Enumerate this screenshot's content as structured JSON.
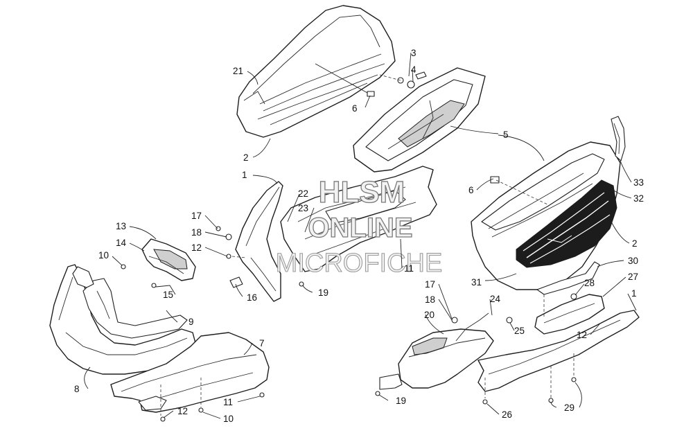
{
  "watermark": {
    "line1": "HLSM",
    "line2": "ONLINE",
    "line3": "MICROFICHE"
  },
  "callouts": [
    {
      "id": "c21",
      "label": "21"
    },
    {
      "id": "c3",
      "label": "3"
    },
    {
      "id": "c4",
      "label": "4"
    },
    {
      "id": "c6a",
      "label": "6"
    },
    {
      "id": "c2a",
      "label": "2"
    },
    {
      "id": "c5",
      "label": "5"
    },
    {
      "id": "c1a",
      "label": "1"
    },
    {
      "id": "c22",
      "label": "22"
    },
    {
      "id": "c23",
      "label": "23"
    },
    {
      "id": "c6b",
      "label": "6"
    },
    {
      "id": "c33",
      "label": "33"
    },
    {
      "id": "c32",
      "label": "32"
    },
    {
      "id": "c2b",
      "label": "2"
    },
    {
      "id": "c17a",
      "label": "17"
    },
    {
      "id": "c18a",
      "label": "18"
    },
    {
      "id": "c12a",
      "label": "12"
    },
    {
      "id": "c13",
      "label": "13"
    },
    {
      "id": "c14",
      "label": "14"
    },
    {
      "id": "c10a",
      "label": "10"
    },
    {
      "id": "c11a",
      "label": "11"
    },
    {
      "id": "c30",
      "label": "30"
    },
    {
      "id": "c31",
      "label": "31"
    },
    {
      "id": "c15",
      "label": "15"
    },
    {
      "id": "c16",
      "label": "16"
    },
    {
      "id": "c19a",
      "label": "19"
    },
    {
      "id": "c28",
      "label": "28"
    },
    {
      "id": "c27",
      "label": "27"
    },
    {
      "id": "c17b",
      "label": "17"
    },
    {
      "id": "c24",
      "label": "24"
    },
    {
      "id": "c1b",
      "label": "1"
    },
    {
      "id": "c18b",
      "label": "18"
    },
    {
      "id": "c9",
      "label": "9"
    },
    {
      "id": "c20",
      "label": "20"
    },
    {
      "id": "c25",
      "label": "25"
    },
    {
      "id": "c12b",
      "label": "12"
    },
    {
      "id": "c7",
      "label": "7"
    },
    {
      "id": "c8",
      "label": "8"
    },
    {
      "id": "c11b",
      "label": "11"
    },
    {
      "id": "c19b",
      "label": "19"
    },
    {
      "id": "c29",
      "label": "29"
    },
    {
      "id": "c12c",
      "label": "12"
    },
    {
      "id": "c10b",
      "label": "10"
    },
    {
      "id": "c26",
      "label": "26"
    }
  ]
}
